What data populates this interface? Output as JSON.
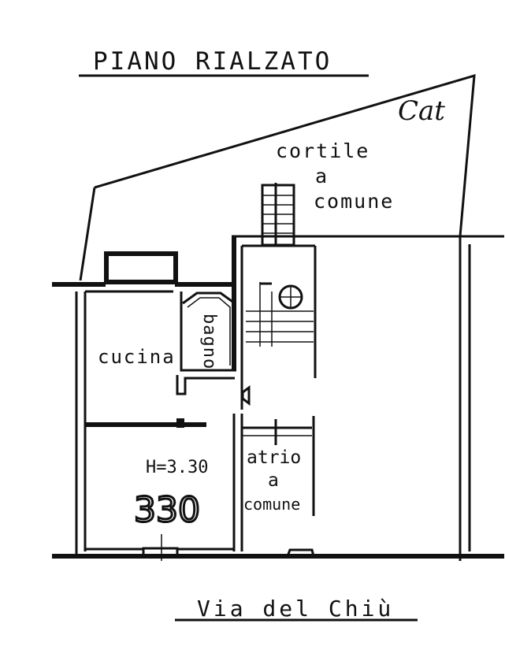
{
  "plan": {
    "title": "PIANO RIALZATO",
    "corner_mark": "Cat",
    "rooms": {
      "courtyard_line1": "cortile",
      "courtyard_line2": "a",
      "courtyard_line3": "comune",
      "kitchen": "cucina",
      "bathroom": "bagno",
      "height_label": "H=3.30",
      "height_handwritten": "330",
      "atrium_line1": "atrio",
      "atrium_line2": "a",
      "atrium_line3": "comune"
    },
    "street": "Via del Chiù"
  }
}
